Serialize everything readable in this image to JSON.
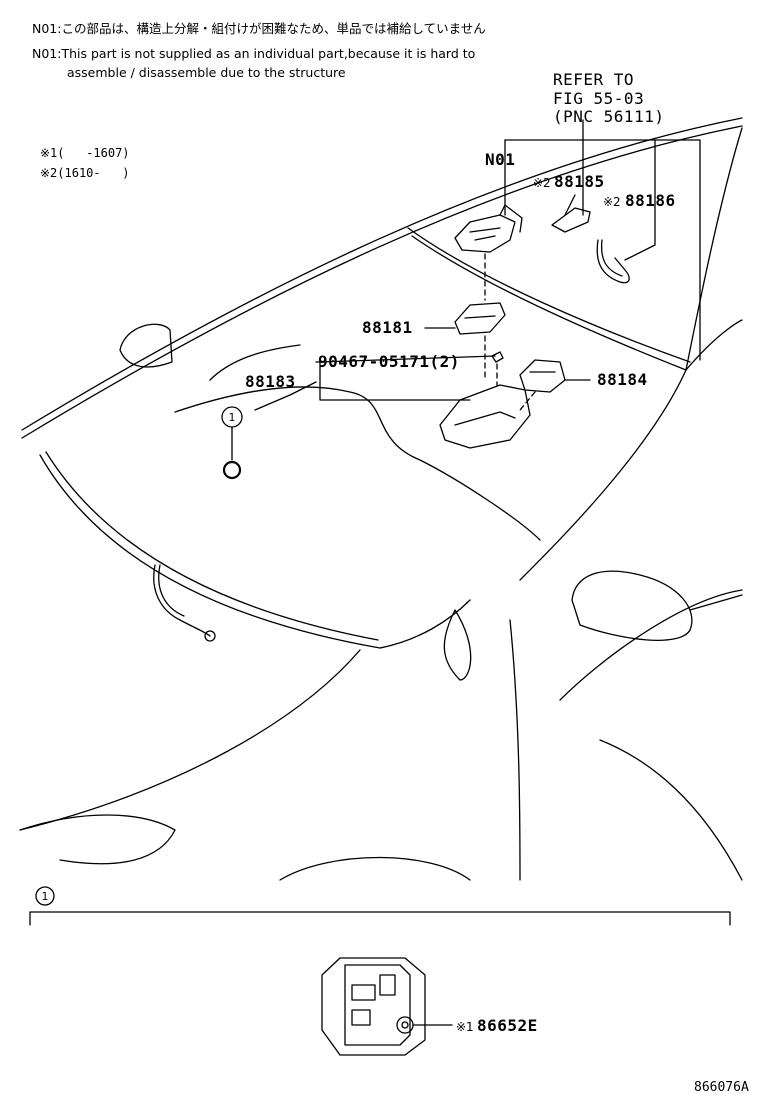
{
  "notes": {
    "jp": "N01:この部品は、構造上分解・組付けが困難なため、単品では補給していません",
    "en_line1": "N01:This part is not supplied as an individual part,because it is hard to",
    "en_line2": "assemble / disassemble due to the structure"
  },
  "refer": {
    "line1": "REFER TO",
    "line2": "FIG 55-03",
    "line3": "(PNC 56111)"
  },
  "legend": {
    "item1": "※1(   -1607)",
    "item2": "※2(1610-   )"
  },
  "parts": {
    "n01": "N01",
    "p88185_mark": "※2",
    "p88185": "88185",
    "p88186_mark": "※2",
    "p88186": "88186",
    "p88181": "88181",
    "p90467": "90467-05171(2)",
    "p88183": "88183",
    "p88184": "88184",
    "p86652_mark": "※1",
    "p86652": "86652E"
  },
  "callouts": {
    "circle1": "1",
    "section1": "1"
  },
  "figure_id": "866076A"
}
